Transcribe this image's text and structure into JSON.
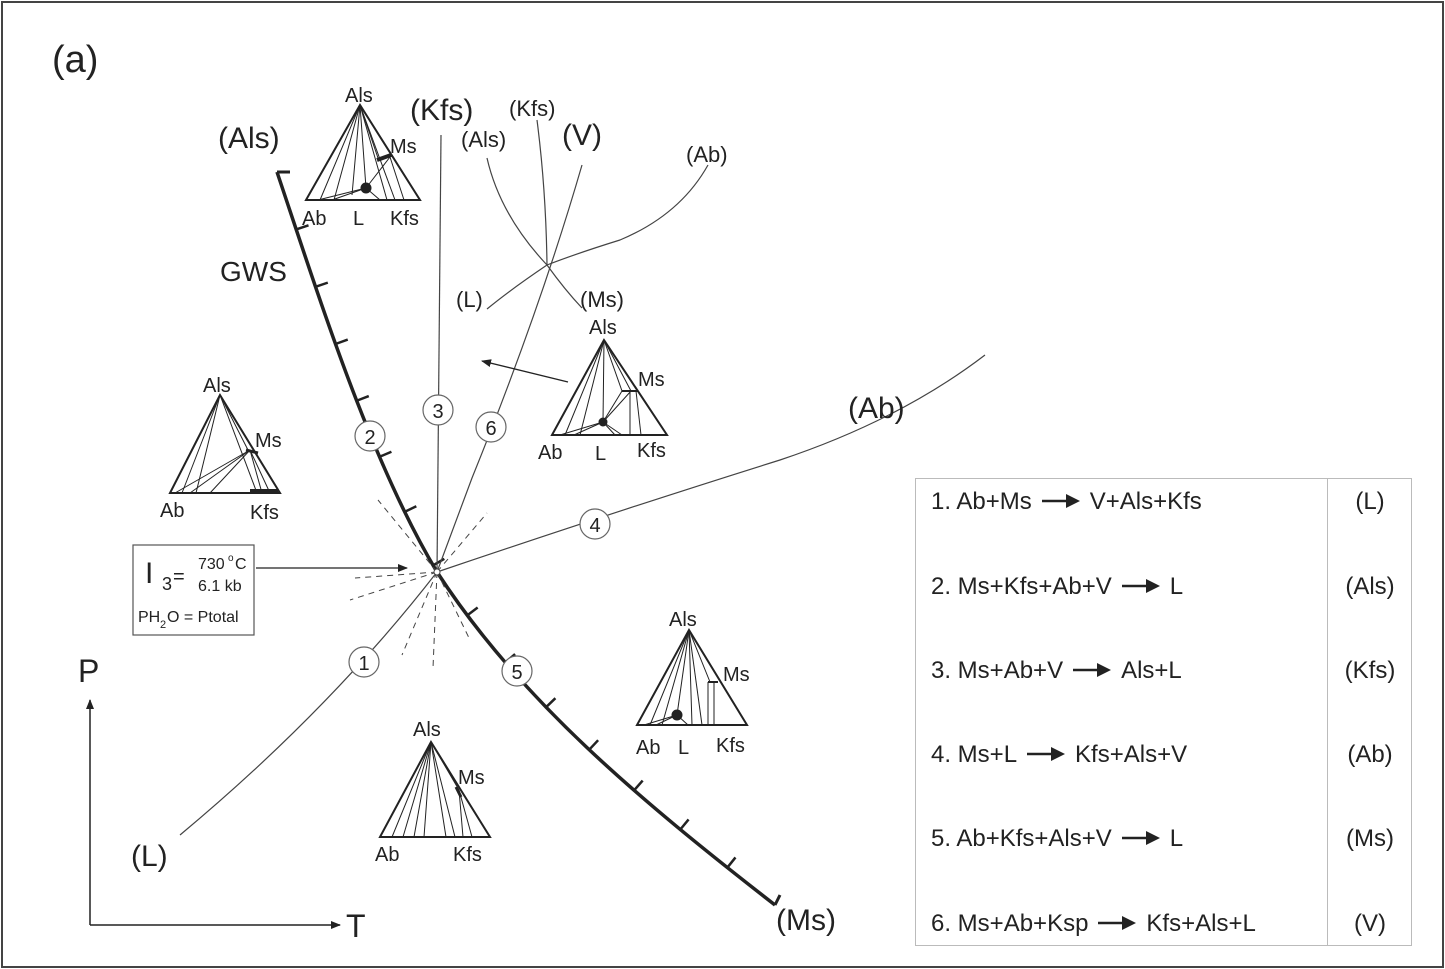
{
  "panel_label": "(a)",
  "axes": {
    "p": "P",
    "t": "T"
  },
  "gws": "GWS",
  "ticks_gws": 14,
  "curve_labels": {
    "main_als": "(Als)",
    "main_ms": "(Ms)",
    "kfs_big": "(Kfs)",
    "ab_big": "(Ab)",
    "l_big": "(L)",
    "ul_als": "(Als)",
    "ul_kfs": "(Kfs)",
    "ul_v": "(V)",
    "ul_ab": "(Ab)",
    "ul_l": "(L)",
    "ul_ms": "(Ms)"
  },
  "reaction_numbers": [
    "1",
    "2",
    "3",
    "4",
    "5",
    "6"
  ],
  "invariant_box": {
    "symbol": "I",
    "subscript": "3",
    "eq": "=",
    "temp": "730",
    "temp_unit_sup": "o",
    "temp_unit": "C",
    "pressure": "6.1 kb",
    "cond_pre": "PH",
    "cond_sub": "2",
    "cond_post": "O = Ptotal"
  },
  "triangles": {
    "t1": {
      "top": "Als",
      "mid": "Ms",
      "left": "Ab",
      "center": "L",
      "right": "Kfs"
    },
    "t2": {
      "top": "Als",
      "mid": "Ms",
      "left": "Ab",
      "right": "Kfs"
    },
    "t3": {
      "top": "Als",
      "mid": "Ms",
      "left": "Ab",
      "center": "L",
      "right": "Kfs"
    },
    "t4": {
      "top": "Als",
      "mid": "Ms",
      "left": "Ab",
      "center": "L",
      "right": "Kfs"
    },
    "t5": {
      "top": "Als",
      "mid": "Ms",
      "left": "Ab",
      "right": "Kfs"
    }
  },
  "legend": [
    {
      "left": "1. Ab+Ms",
      "right": "V+Als+Kfs",
      "absent": "(L)"
    },
    {
      "left": "2. Ms+Kfs+Ab+V",
      "right": "L",
      "absent": "(Als)"
    },
    {
      "left": "3. Ms+Ab+V",
      "right": "Als+L",
      "absent": "(Kfs)"
    },
    {
      "left": "4. Ms+L",
      "right": "Kfs+Als+V",
      "absent": "(Ab)"
    },
    {
      "left": "5. Ab+Kfs+Als+V",
      "right": "L",
      "absent": "(Ms)"
    },
    {
      "left": "6. Ms+Ab+Ksp",
      "right": "Kfs+Als+L",
      "absent": "(V)"
    }
  ]
}
